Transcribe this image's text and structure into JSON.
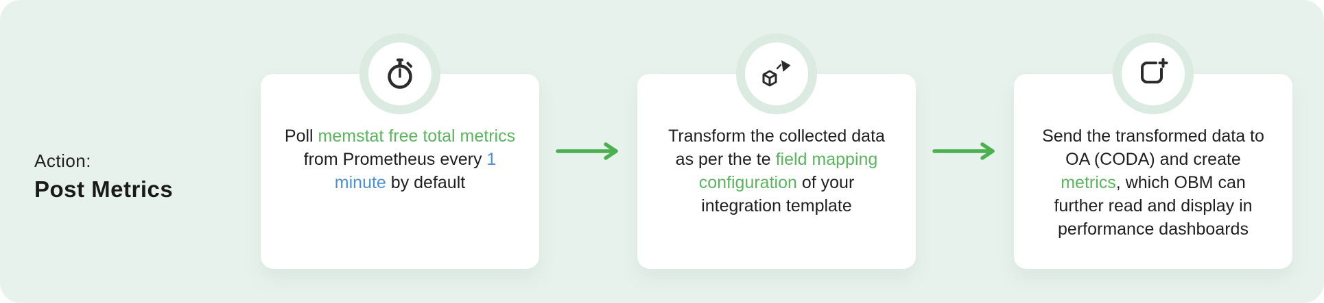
{
  "colors": {
    "background": "#e7f2ec",
    "card": "#ffffff",
    "dark": "#1f1f1f",
    "green": "#5bb45e",
    "blue": "#4d90d5",
    "arrow": "#4caf50",
    "halo": "#dcebe2",
    "icon": "#2b2b2b"
  },
  "action": {
    "label": "Action:",
    "title": "Post Metrics"
  },
  "cards": [
    {
      "name": "poll-metrics",
      "icon": "stopwatch-icon",
      "text_segments": [
        {
          "text": "Poll ",
          "color": "dark"
        },
        {
          "text": "memstat free total metrics",
          "color": "green"
        },
        {
          "text": " from Prometheus every ",
          "color": "dark"
        },
        {
          "text": "1 minute",
          "color": "blue"
        },
        {
          "text": " by default",
          "color": "dark"
        }
      ]
    },
    {
      "name": "transform-data",
      "icon": "transform-icon",
      "text_segments": [
        {
          "text": "Transform the collected data as per the te ",
          "color": "dark"
        },
        {
          "text": "field mapping configuration",
          "color": "green"
        },
        {
          "text": " of your integration template",
          "color": "dark"
        }
      ]
    },
    {
      "name": "send-data",
      "icon": "create-metric-icon",
      "text_segments": [
        {
          "text": "Send the transformed data to OA (CODA) and create ",
          "color": "dark"
        },
        {
          "text": "metrics",
          "color": "green"
        },
        {
          "text": ", which OBM can further read and display in performance dashboards",
          "color": "dark"
        }
      ]
    }
  ]
}
